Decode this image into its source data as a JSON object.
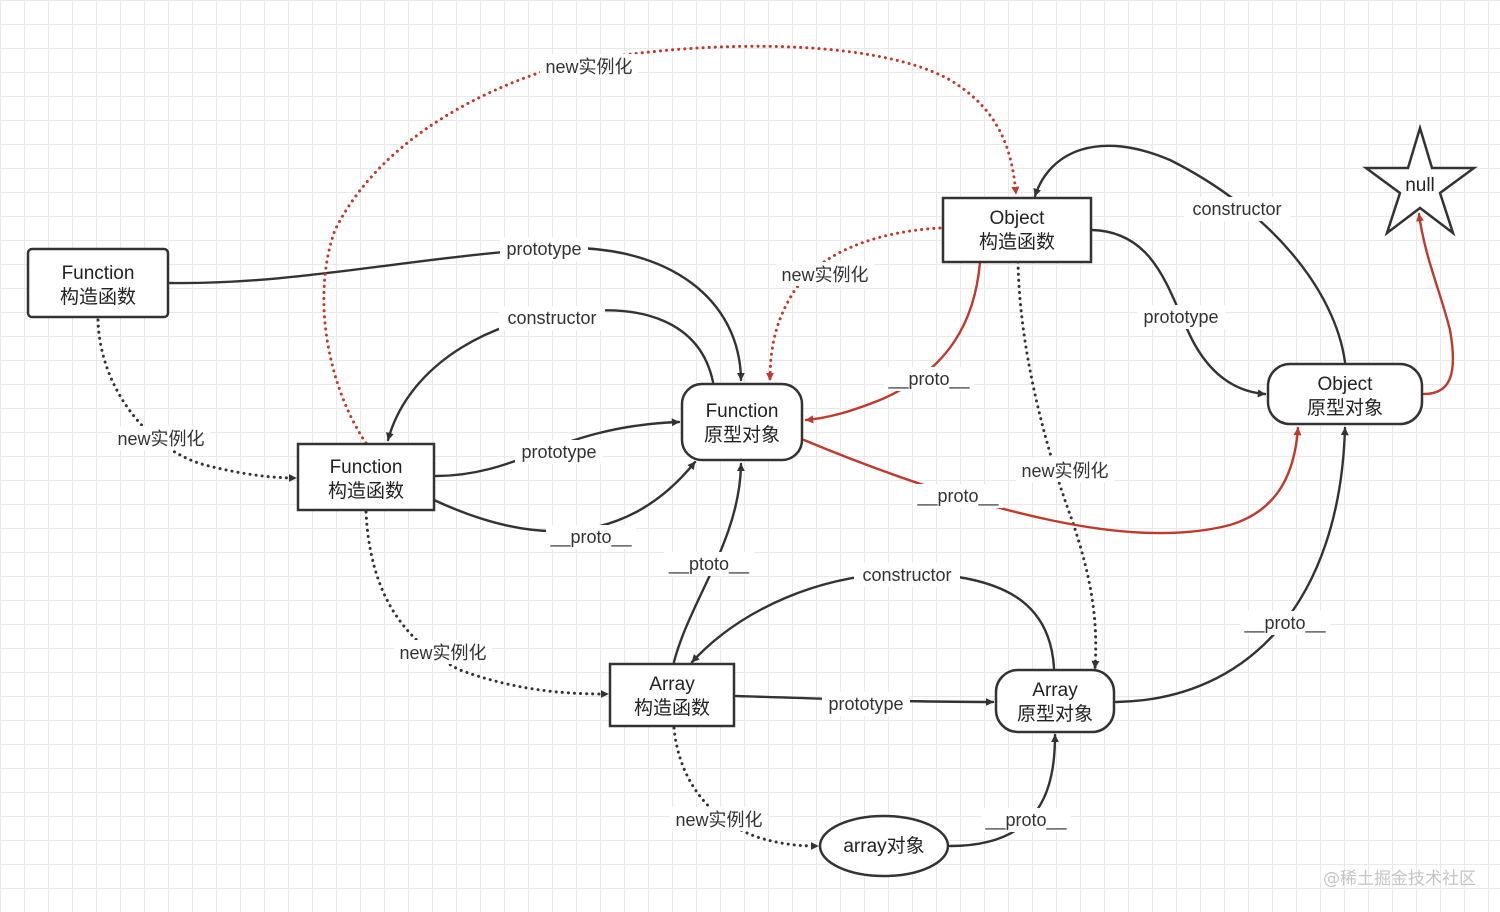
{
  "nodes": {
    "function_ctor_left": {
      "line1": "Function",
      "line2": "构造函数"
    },
    "function_ctor": {
      "line1": "Function",
      "line2": "构造函数"
    },
    "function_proto": {
      "line1": "Function",
      "line2": "原型对象"
    },
    "object_ctor": {
      "line1": "Object",
      "line2": "构造函数"
    },
    "object_proto": {
      "line1": "Object",
      "line2": "原型对象"
    },
    "array_ctor": {
      "line1": "Array",
      "line2": "构造函数"
    },
    "array_proto": {
      "line1": "Array",
      "line2": "原型对象"
    },
    "array_obj": {
      "label": "array对象"
    },
    "null_star": {
      "label": "null"
    }
  },
  "edge_labels": {
    "new_top": "new实例化",
    "new_left": "new实例化",
    "new_obj_to_fproto": "new实例化",
    "new_obj_to_aproto": "new实例化",
    "new_fctor_to_actor": "new实例化",
    "new_actor_to_arr": "new实例化",
    "prototype_top": "prototype",
    "prototype_fctor": "prototype",
    "prototype_obj": "prototype",
    "prototype_arr": "prototype",
    "constructor_fproto": "constructor",
    "constructor_obj": "constructor",
    "constructor_arr": "constructor",
    "proto_fctor": "__proto__",
    "proto_obj_ctor": "__proto__",
    "proto_fproto": "__proto__",
    "ptoto_actor": "__ptoto__",
    "proto_aproto": "__proto__",
    "proto_arrobj": "__proto__"
  },
  "colors": {
    "black": "#333333",
    "red": "#c0392b"
  },
  "watermark": "@稀土掘金技术社区"
}
